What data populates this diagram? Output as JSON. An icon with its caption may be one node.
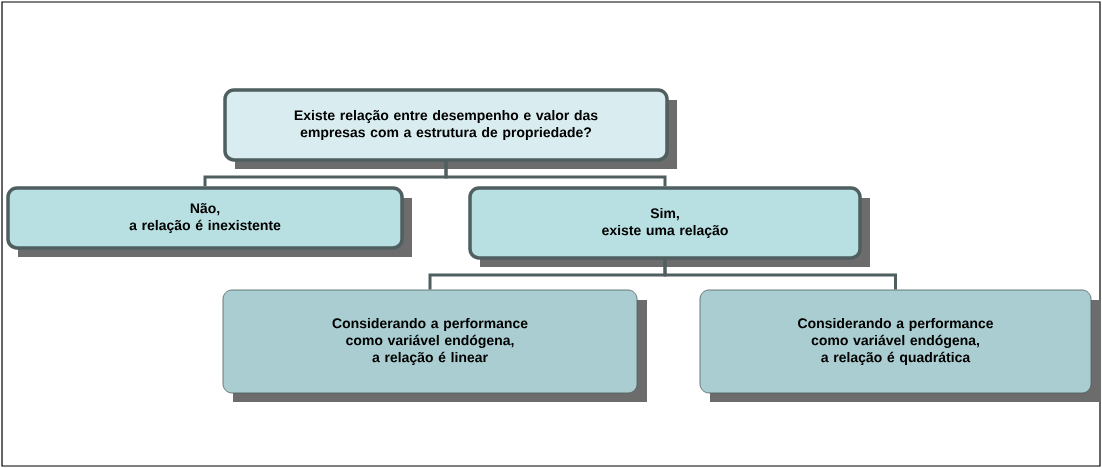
{
  "diagram": {
    "nodes": [
      {
        "text": [
          "Existe relação entre desempenho e valor das empresas com a estrutura de propriedade?"
        ]
      },
      {
        "text": [
          "Não,",
          "a relação é inexistente"
        ]
      },
      {
        "text": [
          "Sim,",
          "existe uma relação"
        ]
      },
      {
        "text": [
          "Considerando a performance como variável endógena,",
          "a relação é linear"
        ]
      },
      {
        "text": [
          "Considerando a performance como variável endógena,",
          "a relação é quadrática"
        ]
      }
    ],
    "edges": [
      {
        "from": 0,
        "to": 1,
        "arrow": "none"
      },
      {
        "from": 0,
        "to": 2,
        "arrow": "none"
      },
      {
        "from": 2,
        "to": 3,
        "arrow": "none"
      },
      {
        "from": 2,
        "to": 4,
        "arrow": "none"
      }
    ]
  }
}
